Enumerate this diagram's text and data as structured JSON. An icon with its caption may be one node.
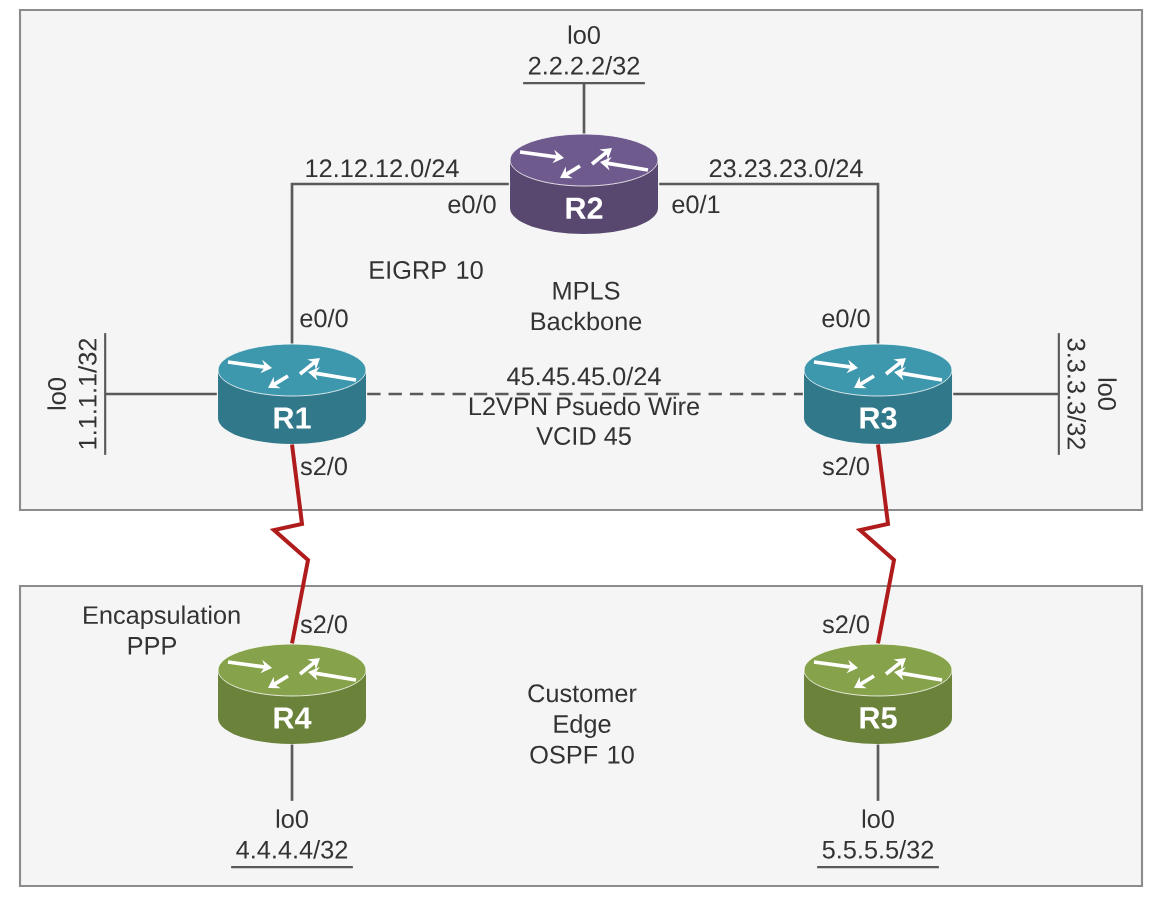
{
  "diagram": {
    "nodes": [
      {
        "text": [
          "EIGRP 10",
          "MPLS Backbone"
        ]
      },
      {
        "text": [
          "R2"
        ],
        "in": 0,
        "beside": [
          "e0/0",
          "e0/1"
        ]
      },
      {
        "text": [
          "lo0",
          "2.2.2.2/32"
        ],
        "in": 0
      },
      {
        "text": [
          "R1"
        ],
        "in": 0,
        "beside": [
          "e0/0",
          "s2/0"
        ]
      },
      {
        "text": [
          "lo0",
          "1.1.1.1/32"
        ],
        "in": 0
      },
      {
        "text": [
          "R3"
        ],
        "in": 0,
        "beside": [
          "e0/0",
          "s2/0"
        ]
      },
      {
        "text": [
          "lo0",
          "3.3.3.3/32"
        ],
        "in": 0
      },
      {
        "text": [
          "Encapsulation PPP",
          "Customer Edge OSPF 10"
        ]
      },
      {
        "text": [
          "R4"
        ],
        "in": 7,
        "beside": [
          "s2/0"
        ]
      },
      {
        "text": [
          "lo0",
          "4.4.4.4/32"
        ],
        "in": 7
      },
      {
        "text": [
          "R5"
        ],
        "in": 7,
        "beside": [
          "s2/0"
        ]
      },
      {
        "text": [
          "lo0",
          "5.5.5.5/32"
        ],
        "in": 7
      }
    ],
    "edges": [
      {
        "from": 3,
        "to": 1,
        "arrow": "none",
        "label": "12.12.12.0/24"
      },
      {
        "from": 1,
        "to": 5,
        "arrow": "none",
        "label": "23.23.23.0/24"
      },
      {
        "from": 3,
        "to": 5,
        "arrow": "none",
        "label": "45.45.45.0/24",
        "style": "dashed"
      },
      {
        "from": 3,
        "to": 8,
        "arrow": "none",
        "color": "#b01c1c"
      },
      {
        "from": 5,
        "to": 10,
        "arrow": "none",
        "color": "#b01c1c"
      },
      {
        "from": 1,
        "to": 2,
        "arrow": "none"
      },
      {
        "from": 3,
        "to": 4,
        "arrow": "none"
      },
      {
        "from": 5,
        "to": 6,
        "arrow": "none"
      },
      {
        "from": 8,
        "to": 9,
        "arrow": "none"
      },
      {
        "from": 10,
        "to": 11,
        "arrow": "none"
      }
    ],
    "labels": [
      "L2VPN Psuedo Wire",
      "VCID 45"
    ]
  }
}
